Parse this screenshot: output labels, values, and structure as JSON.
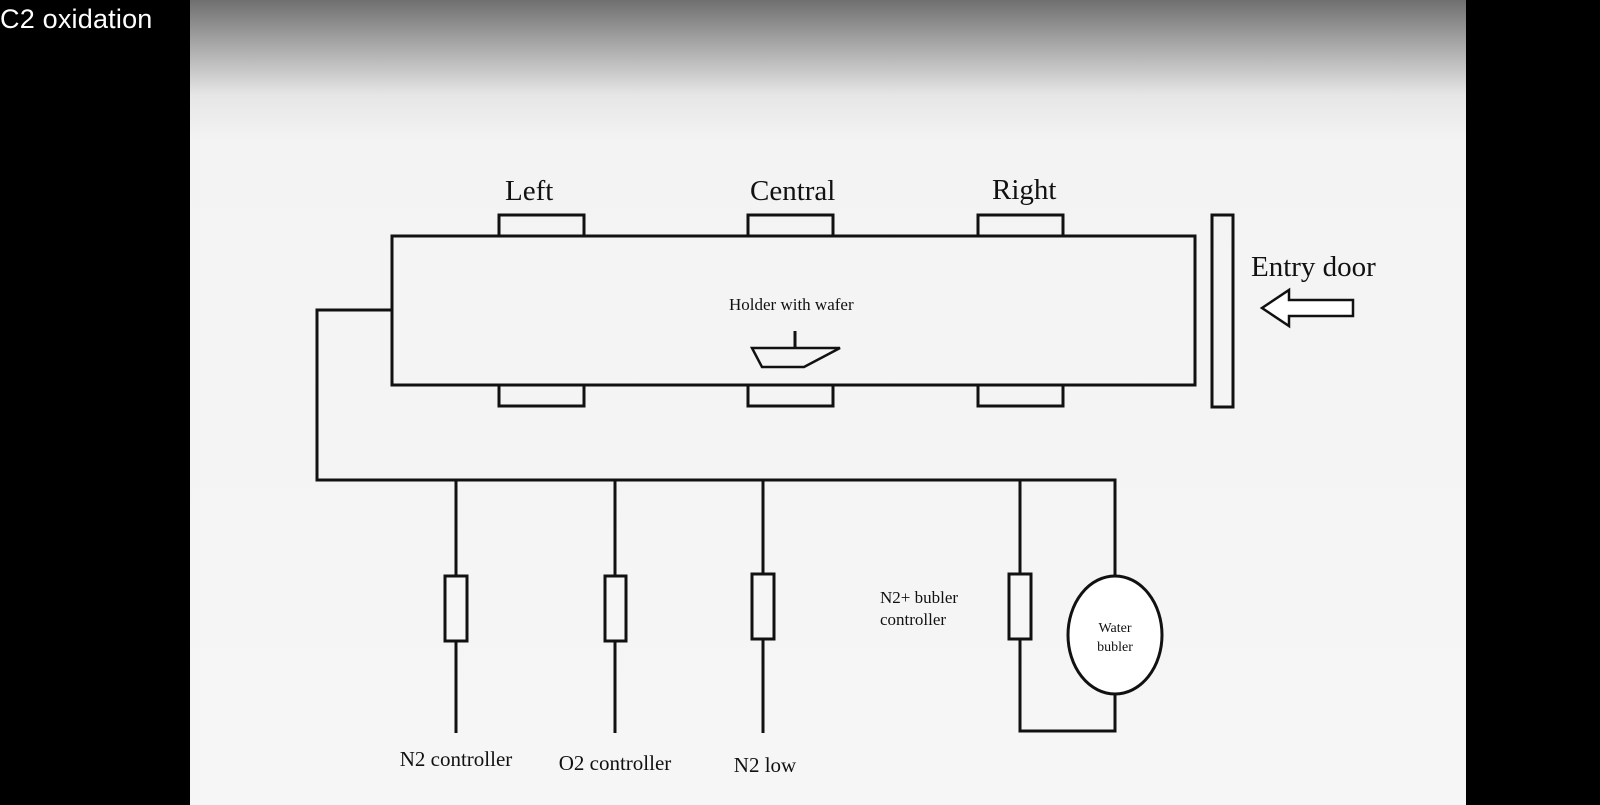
{
  "video": {
    "title": "C2 oxidation"
  },
  "diagram": {
    "zones": {
      "left": "Left",
      "central": "Central",
      "right": "Right"
    },
    "entry_door": "Entry door",
    "holder_label": "Holder with wafer",
    "controllers": {
      "n2": "N2 controller",
      "o2": "O2 controller",
      "n2_low": "N2 low",
      "bubbler_line1": "N2+ bubler",
      "bubbler_line2": "controller"
    },
    "water_bubbler": {
      "line1": "Water",
      "line2": "bubler"
    }
  }
}
